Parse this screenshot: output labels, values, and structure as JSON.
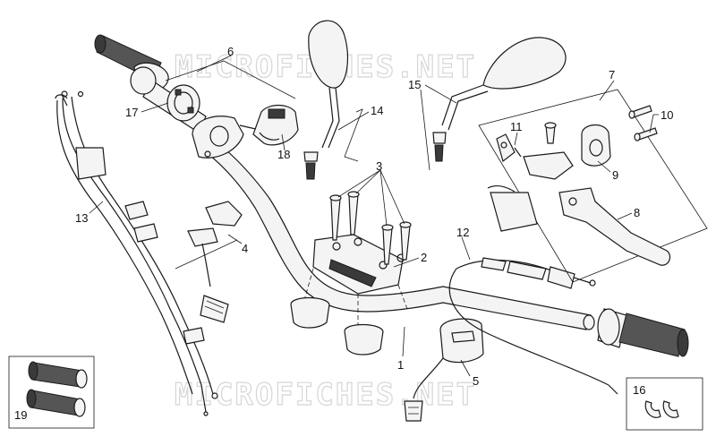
{
  "watermark": "MICROFICHES.NET",
  "labels": {
    "l1": "1",
    "l2": "2",
    "l3": "3",
    "l4": "4",
    "l5": "5",
    "l6": "6",
    "l7": "7",
    "l8": "8",
    "l9": "9",
    "l10": "10",
    "l11": "11",
    "l12": "12",
    "l13": "13",
    "l14": "14",
    "l15": "15",
    "l16": "16",
    "l17": "17",
    "l18": "18",
    "l19": "19"
  },
  "colors": {
    "line": "#1a1a1a",
    "watermark": "#d6d6d6",
    "background": "#ffffff"
  }
}
